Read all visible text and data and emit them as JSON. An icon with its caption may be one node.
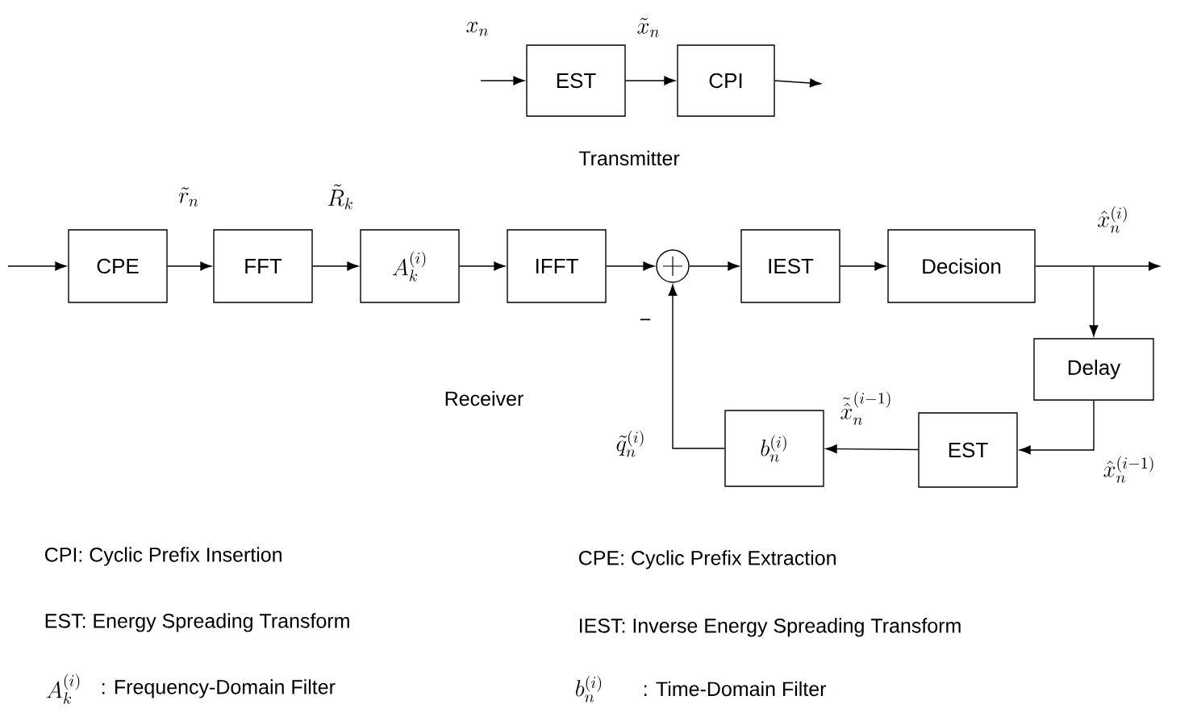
{
  "diagram": {
    "nodes": [
      {
        "text": [
          "EST"
        ]
      },
      {
        "text": [
          "CPI"
        ]
      },
      {
        "text": [
          "CPE"
        ]
      },
      {
        "text": [
          "FFT"
        ]
      },
      {
        "text": [
          "A_k^{(i)}"
        ]
      },
      {
        "text": [
          "IFFT"
        ]
      },
      {
        "text": [],
        "shape": "circle"
      },
      {
        "text": [
          "IEST"
        ]
      },
      {
        "text": [
          "Decision"
        ]
      },
      {
        "text": [
          "Delay"
        ]
      },
      {
        "text": [
          "EST"
        ]
      },
      {
        "text": [
          "b_n^{(i)}"
        ]
      }
    ],
    "edges": [
      {
        "from": null,
        "to": 0,
        "arrow": "to",
        "label": "x_n"
      },
      {
        "from": 0,
        "to": 1,
        "arrow": "to",
        "label": "\\tilde{x}_n"
      },
      {
        "from": 1,
        "to": null,
        "arrow": "to"
      },
      {
        "from": null,
        "to": 2,
        "arrow": "to"
      },
      {
        "from": 2,
        "to": 3,
        "arrow": "to",
        "label": "\\tilde{r}_n"
      },
      {
        "from": 3,
        "to": 4,
        "arrow": "to",
        "label": "\\tilde{R}_k"
      },
      {
        "from": 4,
        "to": 5,
        "arrow": "to"
      },
      {
        "from": 5,
        "to": 6,
        "arrow": "to"
      },
      {
        "from": 6,
        "to": 7,
        "arrow": "to"
      },
      {
        "from": 7,
        "to": 8,
        "arrow": "to"
      },
      {
        "from": 8,
        "to": null,
        "arrow": "to",
        "label": "\\hat{x}_n^{(i)}"
      },
      {
        "from": 8,
        "to": 9,
        "arrow": "to"
      },
      {
        "from": 9,
        "to": 10,
        "arrow": "to",
        "label": "\\hat{x}_n^{(i-1)}"
      },
      {
        "from": 10,
        "to": 11,
        "arrow": "to",
        "label": "\\tilde{\\hat{x}}_n^{(i-1)}"
      },
      {
        "from": 11,
        "to": 6,
        "arrow": "to",
        "label": "\\tilde{q}_n^{(i)}"
      }
    ],
    "labels": [
      "Transmitter",
      "−",
      "Receiver",
      "CPI: Cyclic Prefix Insertion",
      "CPE: Cyclic Prefix Extraction",
      "EST: Energy Spreading Transform",
      "IEST: Inverse Energy Spreading Transform",
      "A_k^{(i)}",
      ": Frequency-Domain Filter",
      "b_n^{(i)}",
      ": Time-Domain Filter"
    ]
  }
}
